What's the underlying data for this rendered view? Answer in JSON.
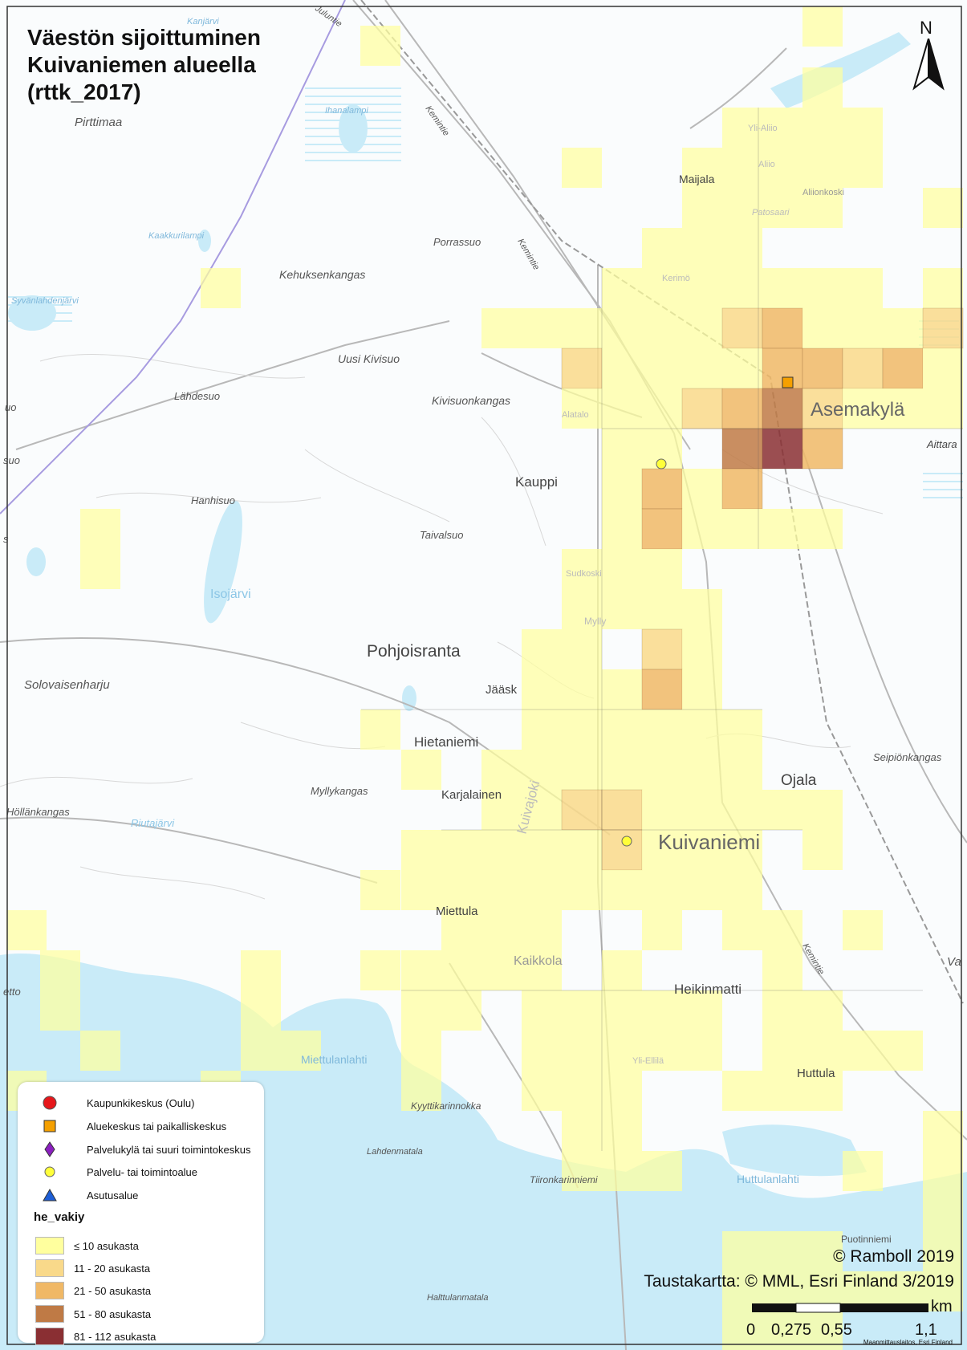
{
  "title": "Väestön sijoittuminen\nKuivaniemen alueella\n(rttk_2017)",
  "north_label": "N",
  "colors": {
    "class1": "#ffff9e",
    "class2": "#f9d98a",
    "class3": "#f0b866",
    "class4": "#bf7a45",
    "class5": "#8a2f33",
    "water": "#c9ebf8",
    "road": "#b0b0b0",
    "border": "#a79be0"
  },
  "legend": {
    "symbols": [
      {
        "label": "Kaupunkikeskus (Oulu)",
        "icon": "red-circle-icon"
      },
      {
        "label": "Aluekeskus tai paikalliskeskus",
        "icon": "orange-square-icon"
      },
      {
        "label": "Palvelukylä tai suuri toimintokeskus",
        "icon": "purple-diamond-icon"
      },
      {
        "label": "Palvelu- tai toimintoalue",
        "icon": "yellow-circle-icon"
      },
      {
        "label": "Asutusalue",
        "icon": "blue-triangle-icon"
      }
    ],
    "field_title": "he_vakiy",
    "classes": [
      {
        "label": "≤ 10 asukasta",
        "color": "#ffff9e"
      },
      {
        "label": "11 - 20 asukasta",
        "color": "#f9d98a"
      },
      {
        "label": "21 - 50 asukasta",
        "color": "#f0b866"
      },
      {
        "label": "51 - 80 asukasta",
        "color": "#bf7a45"
      },
      {
        "label": "81 - 112 asukasta",
        "color": "#8a2f33"
      }
    ]
  },
  "credits": {
    "copyright": "© Ramboll 2019",
    "basemap": "Taustakartta: © MML, Esri Finland 3/2019",
    "source": "Maanmittauslaitos, Esri Finland"
  },
  "scale": {
    "unit": "km",
    "ticks": [
      "0",
      "0,275",
      "0,55",
      "1,1"
    ]
  },
  "place_labels": {
    "pohjoisranta": "Pohjoisranta",
    "asemakyla": "Asemakylä",
    "kuivaniemi": "Kuivaniemi",
    "ojala": "Ojala",
    "hietaniemi": "Hietaniemi",
    "heikinmatti": "Heikinmatti",
    "kauppi": "Kauppi",
    "maijala": "Maijala",
    "karjalainen": "Karjalainen",
    "jaaskela": "Jääsk",
    "huttula": "Huttula",
    "miettula": "Miettula",
    "kaikkola": "Kaikkola",
    "pirttimaa": "Pirttimaa",
    "kehuksenkangas": "Kehuksenkangas",
    "porrassuo": "Porrassuo",
    "uusi_kivisuo": "Uusi Kivisuo",
    "kivisuonkangas": "Kivisuonkangas",
    "lahdesuo": "Lähdesuo",
    "hanhisuo": "Hanhisuo",
    "taivalsuo": "Taivalsuo",
    "isojarvi": "Isojärvi",
    "solovaisenharju": "Solovaisenharju",
    "hollankangas": "Höllänkangas",
    "riutajarvi": "Riutajärvi",
    "myllykangas": "Myllykangas",
    "seipionkangas": "Seipiönkangas",
    "kaakkurilampi": "Kaakkurilampi",
    "syvanlahdenjarvi": "Syvänlahdenjärvi",
    "ihanalampi": "Ihanalampi",
    "kanjarvi": "Kanjärvi",
    "juluntie": "Juluntie",
    "kemintie1": "Kemintie",
    "kemintie2": "Kemintie",
    "kemintie3": "Kemintie",
    "yli_alho": "Yli-Aliio",
    "alho": "Aliio",
    "alhonkoski": "Aliionkoski",
    "patosaari": "Patosaari",
    "kerimo": "Kerimö",
    "alatalo": "Alatalo",
    "aittaranta": "Aittara",
    "miettulanlahti": "Miettulanlahti",
    "kyyttikarinnokka": "Kyyttikarinnokka",
    "lahdenmatala": "Lahdenmatala",
    "tiironkarinniemi": "Tiironkarinniemi",
    "huttulanlahti": "Huttulanlahti",
    "halttulanmatala": "Halttulanmatala",
    "puotinniemi": "Puotinniemi",
    "yli_ellila": "Yli-Ellilä",
    "kuivajoki": "Kuivajoki",
    "sudkoski": "Sudkoski",
    "mylly": "Mylly",
    "edge_uo": "uo",
    "edge_suo": "suo",
    "edge_s": "s",
    "edge_etto": "etto",
    "edge_va": "Va"
  }
}
